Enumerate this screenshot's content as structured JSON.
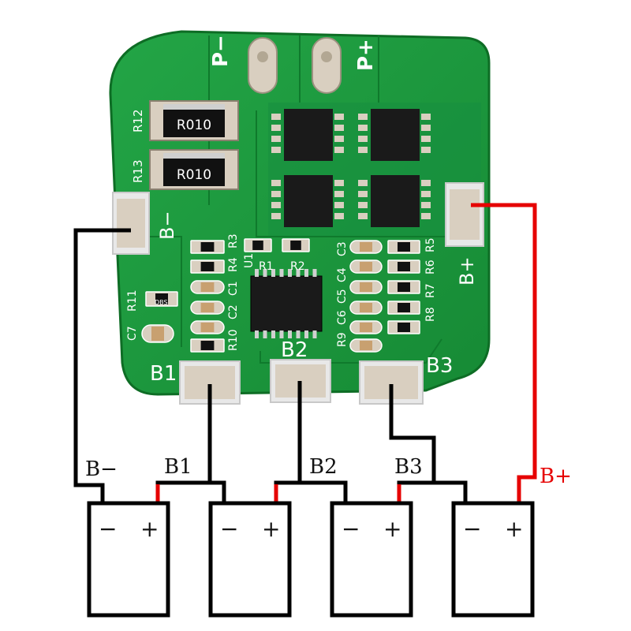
{
  "board": {
    "pad_labels": {
      "p_minus": "P−",
      "p_plus": "P+",
      "b_minus": "B−",
      "b_plus": "B+",
      "b1": "B1",
      "b2": "B2",
      "b3": "B3"
    },
    "resistor_labels": {
      "r12": "R12",
      "r13": "R13"
    },
    "resistor_markings": {
      "top": "R010",
      "bottom": "R010"
    },
    "component_labels": {
      "r1": "R1",
      "r2": "R2",
      "u1": "U1",
      "r11": "R11",
      "c7": "C7",
      "dbs": "DBS",
      "r4": "R4",
      "r3": "R3",
      "c1": "C1",
      "r10": "R10",
      "c2": "C2",
      "c3": "C3",
      "r5": "R5",
      "c4": "C4",
      "r6": "R6",
      "c5": "C5",
      "r7": "R7",
      "c6": "C6",
      "r8": "R8",
      "r9": "R9"
    }
  },
  "wiring": {
    "labels": {
      "b_minus": "B−",
      "b1": "B1",
      "b2": "B2",
      "b3": "B3",
      "b_plus": "B+"
    },
    "cells": [
      {
        "minus": "−",
        "plus": "+"
      },
      {
        "minus": "−",
        "plus": "+"
      },
      {
        "minus": "−",
        "plus": "+"
      },
      {
        "minus": "−",
        "plus": "+"
      }
    ]
  },
  "colors": {
    "pcb": "#1c9a3e",
    "pcb_dark": "#137a2c",
    "pad": "#d9cfc0",
    "wire_black": "#000000",
    "wire_red": "#e60000"
  }
}
